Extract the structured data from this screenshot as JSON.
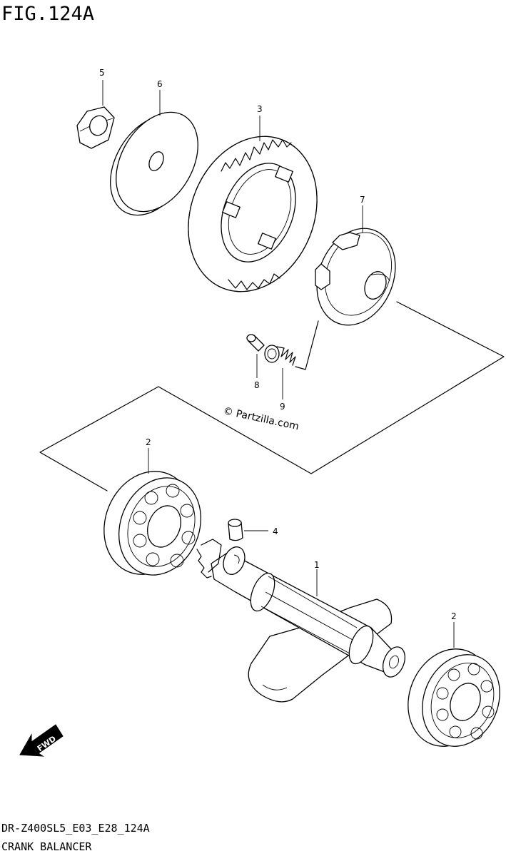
{
  "figure_title": "FIG.124A",
  "watermark": "© Partzilla.com",
  "fwd_label": "FWD",
  "callouts": {
    "p1": "1",
    "p2a": "2",
    "p2b": "2",
    "p3": "3",
    "p4": "4",
    "p5": "5",
    "p6": "6",
    "p7": "7",
    "p8": "8",
    "p9": "9"
  },
  "footer": {
    "code": "DR-Z400SL5_E03_E28_124A",
    "name": "CRANK BALANCER"
  }
}
